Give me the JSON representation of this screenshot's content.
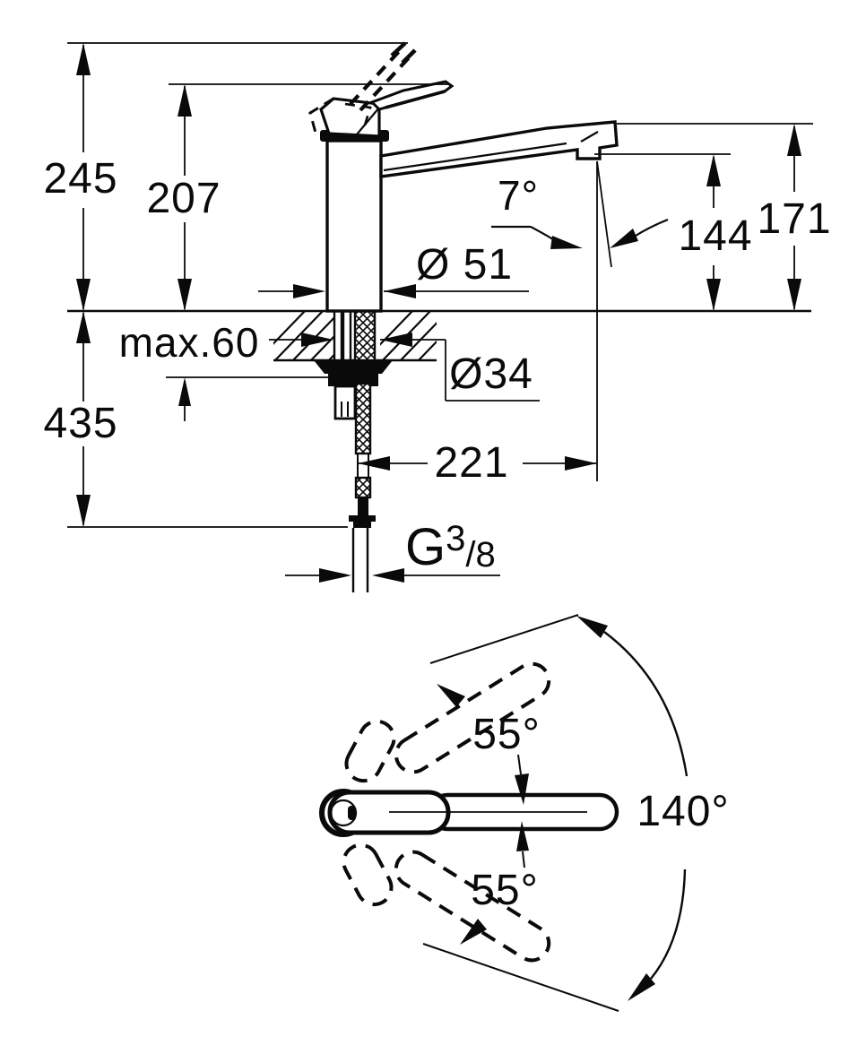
{
  "page": {
    "background": "#ffffff",
    "line_color": "#0a0a0a",
    "description": "Faucet installation dimension drawing"
  },
  "front_view": {
    "dimensions": {
      "overall_height": "245",
      "spout_height": "207",
      "outlet_height": "144",
      "spout_top_height": "171",
      "stream_angle": "7°",
      "base_diameter": "Ø 51",
      "max_deck_thickness": "max.60",
      "shank_diameter": "Ø34",
      "below_deck_height": "435",
      "spout_reach": "221",
      "thread_size": {
        "prefix": "G",
        "numerator": "3",
        "denominator": "/8"
      }
    }
  },
  "top_view": {
    "dimensions": {
      "swivel_upper": "55°",
      "swivel_lower": "55°",
      "swivel_total": "140°"
    }
  }
}
